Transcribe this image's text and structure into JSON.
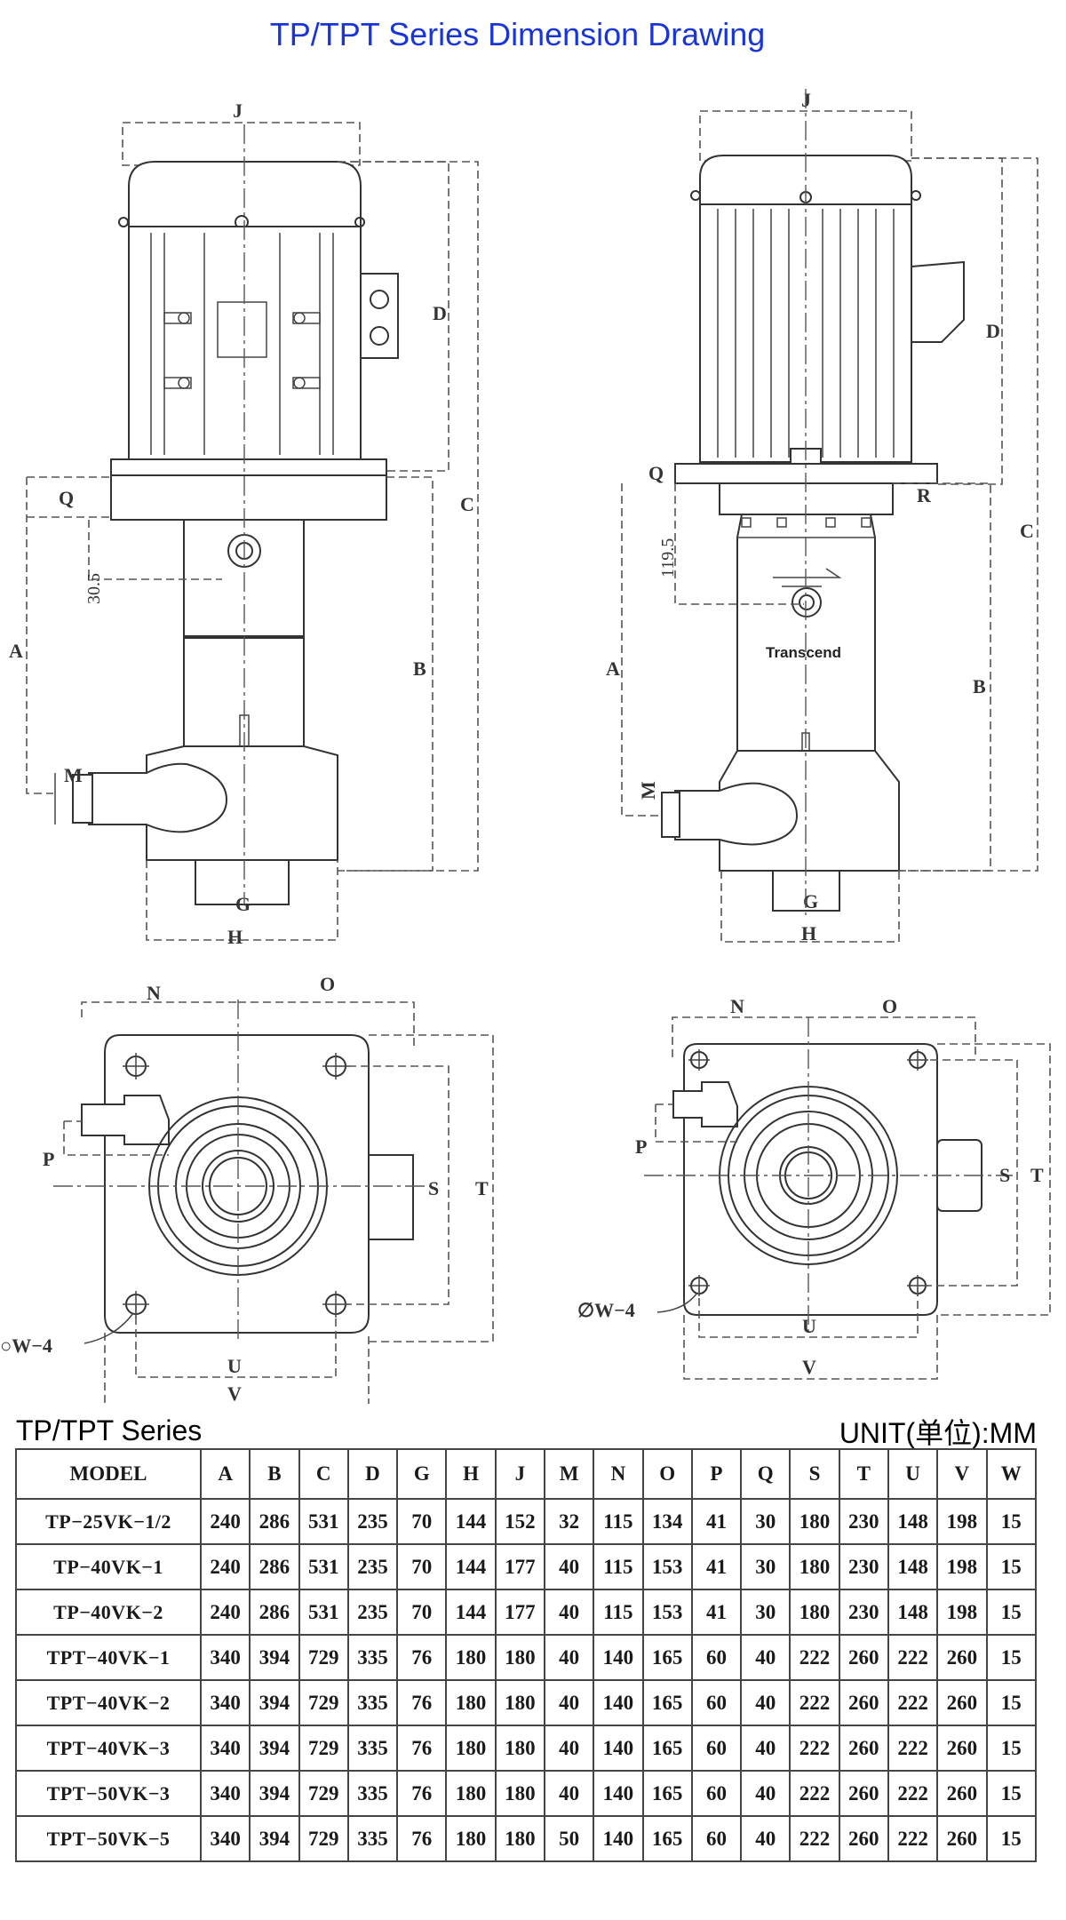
{
  "title": "TP/TPT Series Dimension Drawing",
  "drawing": {
    "labels": {
      "A": "A",
      "B": "B",
      "C": "C",
      "D": "D",
      "G": "G",
      "H": "H",
      "J": "J",
      "M": "M",
      "N": "N",
      "O": "O",
      "P": "P",
      "Q": "Q",
      "R": "R",
      "S": "S",
      "T": "T",
      "U": "U",
      "V": "V",
      "W_left": "○W−4",
      "W_right": "∅W−4",
      "dim_30_5": "30.5",
      "dim_119_5": "119.5",
      "brand": "Transcend"
    }
  },
  "table": {
    "series_title": "TP/TPT Series",
    "unit": "UNIT(单位):MM",
    "headers": [
      "MODEL",
      "A",
      "B",
      "C",
      "D",
      "G",
      "H",
      "J",
      "M",
      "N",
      "O",
      "P",
      "Q",
      "S",
      "T",
      "U",
      "V",
      "W"
    ],
    "rows": [
      [
        "TP−25VK−1/2",
        "240",
        "286",
        "531",
        "235",
        "70",
        "144",
        "152",
        "32",
        "115",
        "134",
        "41",
        "30",
        "180",
        "230",
        "148",
        "198",
        "15"
      ],
      [
        "TP−40VK−1",
        "240",
        "286",
        "531",
        "235",
        "70",
        "144",
        "177",
        "40",
        "115",
        "153",
        "41",
        "30",
        "180",
        "230",
        "148",
        "198",
        "15"
      ],
      [
        "TP−40VK−2",
        "240",
        "286",
        "531",
        "235",
        "70",
        "144",
        "177",
        "40",
        "115",
        "153",
        "41",
        "30",
        "180",
        "230",
        "148",
        "198",
        "15"
      ],
      [
        "TPT−40VK−1",
        "340",
        "394",
        "729",
        "335",
        "76",
        "180",
        "180",
        "40",
        "140",
        "165",
        "60",
        "40",
        "222",
        "260",
        "222",
        "260",
        "15"
      ],
      [
        "TPT−40VK−2",
        "340",
        "394",
        "729",
        "335",
        "76",
        "180",
        "180",
        "40",
        "140",
        "165",
        "60",
        "40",
        "222",
        "260",
        "222",
        "260",
        "15"
      ],
      [
        "TPT−40VK−3",
        "340",
        "394",
        "729",
        "335",
        "76",
        "180",
        "180",
        "40",
        "140",
        "165",
        "60",
        "40",
        "222",
        "260",
        "222",
        "260",
        "15"
      ],
      [
        "TPT−50VK−3",
        "340",
        "394",
        "729",
        "335",
        "76",
        "180",
        "180",
        "40",
        "140",
        "165",
        "60",
        "40",
        "222",
        "260",
        "222",
        "260",
        "15"
      ],
      [
        "TPT−50VK−5",
        "340",
        "394",
        "729",
        "335",
        "76",
        "180",
        "180",
        "50",
        "140",
        "165",
        "60",
        "40",
        "222",
        "260",
        "222",
        "260",
        "15"
      ]
    ]
  }
}
